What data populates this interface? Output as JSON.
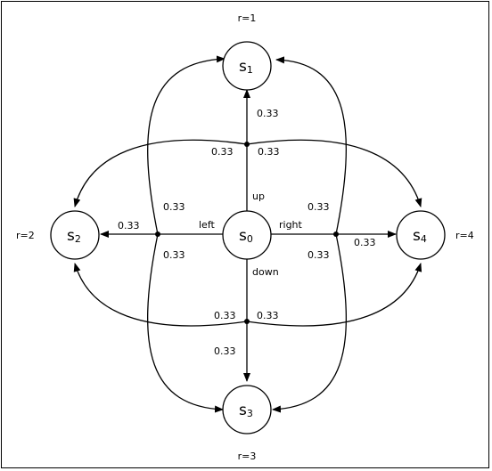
{
  "states": {
    "s0": {
      "letter": "s",
      "index": "0"
    },
    "s1": {
      "letter": "s",
      "index": "1"
    },
    "s2": {
      "letter": "s",
      "index": "2"
    },
    "s3": {
      "letter": "s",
      "index": "3"
    },
    "s4": {
      "letter": "s",
      "index": "4"
    }
  },
  "rewards": {
    "s1": "r=1",
    "s2": "r=2",
    "s3": "r=3",
    "s4": "r=4"
  },
  "actions": {
    "up": "up",
    "down": "down",
    "left": "left",
    "right": "right"
  },
  "probabilities": {
    "up_to_s1": "0.33",
    "up_to_s2": "0.33",
    "up_to_s4": "0.33",
    "left_to_s2": "0.33",
    "left_to_s1": "0.33",
    "left_to_s3": "0.33",
    "right_to_s4": "0.33",
    "right_to_s1": "0.33",
    "right_to_s3": "0.33",
    "down_to_s3": "0.33",
    "down_to_s2": "0.33",
    "down_to_s4": "0.33"
  },
  "colors": {
    "line": "#000000",
    "background": "#ffffff"
  }
}
